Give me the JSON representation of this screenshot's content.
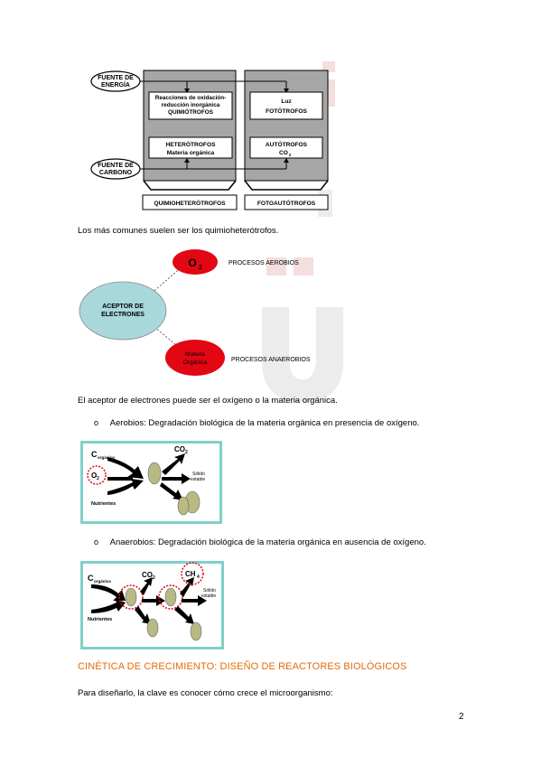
{
  "diagram1": {
    "source_energy": [
      "FUENTE DE",
      "ENERGÍA"
    ],
    "source_carbon": [
      "FUENTE DE",
      "CARBONO"
    ],
    "box_redox": [
      "Reacciones de oxidación-",
      "reducción inorgánica",
      "QUIMIÓTROFOS"
    ],
    "box_light": [
      "Luz",
      "FOTÓTROFOS"
    ],
    "box_hetero": [
      "HETERÓTROFOS",
      "Materia orgánica"
    ],
    "box_auto": [
      "AUTÓTROFOS",
      "CO",
      "2"
    ],
    "label_left": "QUIMIOHETERÓTROFOS",
    "label_right": "FOTOAUTÓTROFOS"
  },
  "para1": "Los más comunes suelen ser los quimioheterótrofos.",
  "diagram2": {
    "acceptor": [
      "ACEPTOR DE",
      "ELECTRONES"
    ],
    "o2": "O",
    "o2_sub": "2",
    "organic": [
      "Materia",
      "Orgánica"
    ],
    "aerobic": "PROCESOS AEROBIOS",
    "anaerobic": "PROCESOS ANAEROBIOS"
  },
  "para2": "El aceptor de electrones puede ser el oxígeno o la materia orgánica.",
  "bullet_char": "o",
  "bullet1": "Aerobios: Degradación biológica de la materia orgánica en presencia de oxígeno.",
  "aerobic_fig": {
    "c": "C",
    "c_sub": "orgánico",
    "o": "O",
    "o_sub": "2",
    "co": "CO",
    "co_sub": "2",
    "solid": [
      "Sólido",
      "estable"
    ],
    "nutrients": "Nutrientes"
  },
  "bullet2": "Anaerobios: Degradación biológica de la materia orgánica en ausencia de oxígeno.",
  "anaerobic_fig": {
    "c": "C",
    "c_sub": "orgánico",
    "co": "CO",
    "co_sub": "2",
    "ch": "CH",
    "ch_sub": "4",
    "solid": [
      "Sólido",
      "estable"
    ],
    "nutrients": "Nutrientes"
  },
  "heading": "CINÉTICA DE CRECIMIENTO: DISEÑO DE REACTORES BIOLÓGICOS",
  "para3": "Para diseñarlo, la clave es conocer cómo crece el microorganismo:",
  "page_number": "2",
  "colors": {
    "heading": "#e36c0a",
    "red": "#e30613",
    "teal": "#a8d8dc",
    "frame": "#7fd0c8",
    "gray_box": "#a6a6a6"
  }
}
